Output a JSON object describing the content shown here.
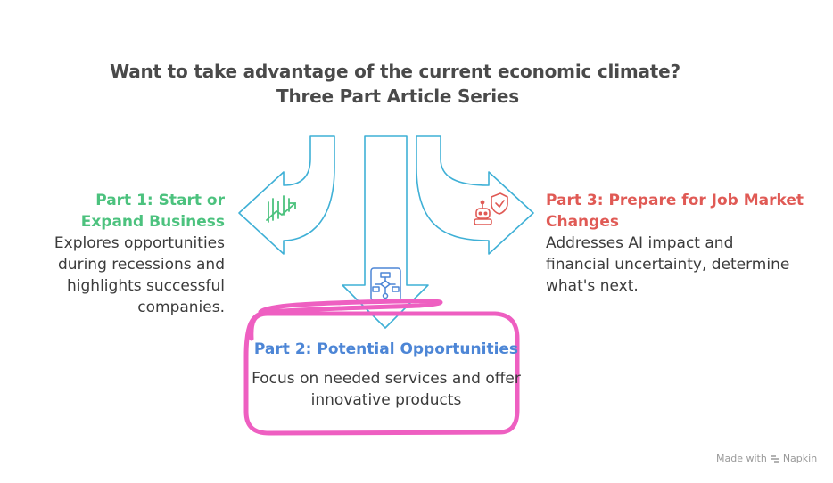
{
  "title": {
    "line1": "Want to take advantage of the current economic climate?",
    "line2": "Three Part Article Series"
  },
  "parts": {
    "part1": {
      "title": "Part 1: Start or Expand Business",
      "description": "Explores opportunities during recessions and highlights successful companies.",
      "color": "#4cc27e",
      "icon": "growth-chart-icon"
    },
    "part2": {
      "title": "Part 2: Potential Opportunities",
      "description": "Focus on needed services and offer innovative products",
      "color": "#4d86d6",
      "icon": "flowchart-icon",
      "highlight_color": "#ee5fc1"
    },
    "part3": {
      "title": "Part 3: Prepare for Job Market Changes",
      "description": "Addresses AI impact and financial uncertainty, determine what's next.",
      "color": "#e05a55",
      "icon": "robot-shield-icon"
    }
  },
  "arrow_color": "#3fb0d6",
  "footer": {
    "made_with": "Made with",
    "brand": "Napkin"
  }
}
